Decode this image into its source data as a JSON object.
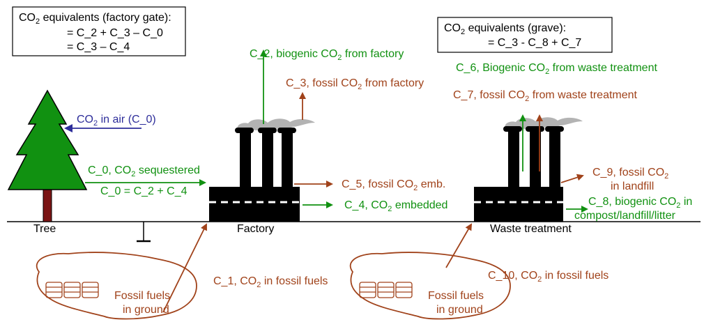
{
  "colors": {
    "biogenic": "#119111",
    "fossil": "#a0421a",
    "air": "#2d2d9a",
    "tree_green": "#119111",
    "trunk": "#7a1414",
    "smoke": "#b3b3b3"
  },
  "boxes": {
    "factory_gate": {
      "title_pre": "CO",
      "title_sub": "2",
      "title_post": " equivalents (factory gate):",
      "line1": "= C_2 + C_3 – C_0",
      "line2": "= C_3 – C_4"
    },
    "grave": {
      "title_pre": "CO",
      "title_sub": "2",
      "title_post": " equivalents (grave):",
      "line1": "= C_3  - C_8 + C_7"
    }
  },
  "places": {
    "tree": "Tree",
    "factory": "Factory",
    "waste": "Waste treatment"
  },
  "flows": {
    "air": {
      "pre": "CO",
      "sub": "2",
      "post": " in air (C_0)"
    },
    "c0": {
      "pre": "C_0, CO",
      "sub": "2",
      "post": " sequestered"
    },
    "c0_formula": "C_0 = C_2 + C_4",
    "c1": {
      "pre": "C_1, CO",
      "sub": "2",
      "post": " in fossil fuels"
    },
    "c2": {
      "pre": "C_2, biogenic CO",
      "sub": "2",
      "post": " from factory"
    },
    "c3": {
      "pre": "C_3, fossil CO",
      "sub": "2",
      "post": " from factory"
    },
    "c4": {
      "pre": "C_4, CO",
      "sub": "2",
      "post": " embedded"
    },
    "c5": {
      "pre": "C_5, fossil CO",
      "sub": "2",
      "post": " emb."
    },
    "c6": {
      "pre": "C_6, Biogenic CO",
      "sub": "2",
      "post": " from waste treatment"
    },
    "c7": {
      "pre": "C_7, fossil CO",
      "sub": "2",
      "post": " from waste treatment"
    },
    "c8_line1": {
      "pre": "C_8, biogenic CO",
      "sub": "2",
      "post": " in"
    },
    "c8_line2": "compost/landfill/litter",
    "c9_line1": {
      "pre": "C_9, fossil CO",
      "sub": "2",
      "post": ""
    },
    "c9_line2": "in landfill",
    "c10": {
      "pre": "C_10, CO",
      "sub": "2",
      "post": " in fossil fuels"
    }
  },
  "fuels": {
    "left": {
      "line1": "Fossil fuels",
      "line2": "in ground"
    },
    "right": {
      "line1": "Fossil fuels",
      "line2": "in ground"
    }
  }
}
